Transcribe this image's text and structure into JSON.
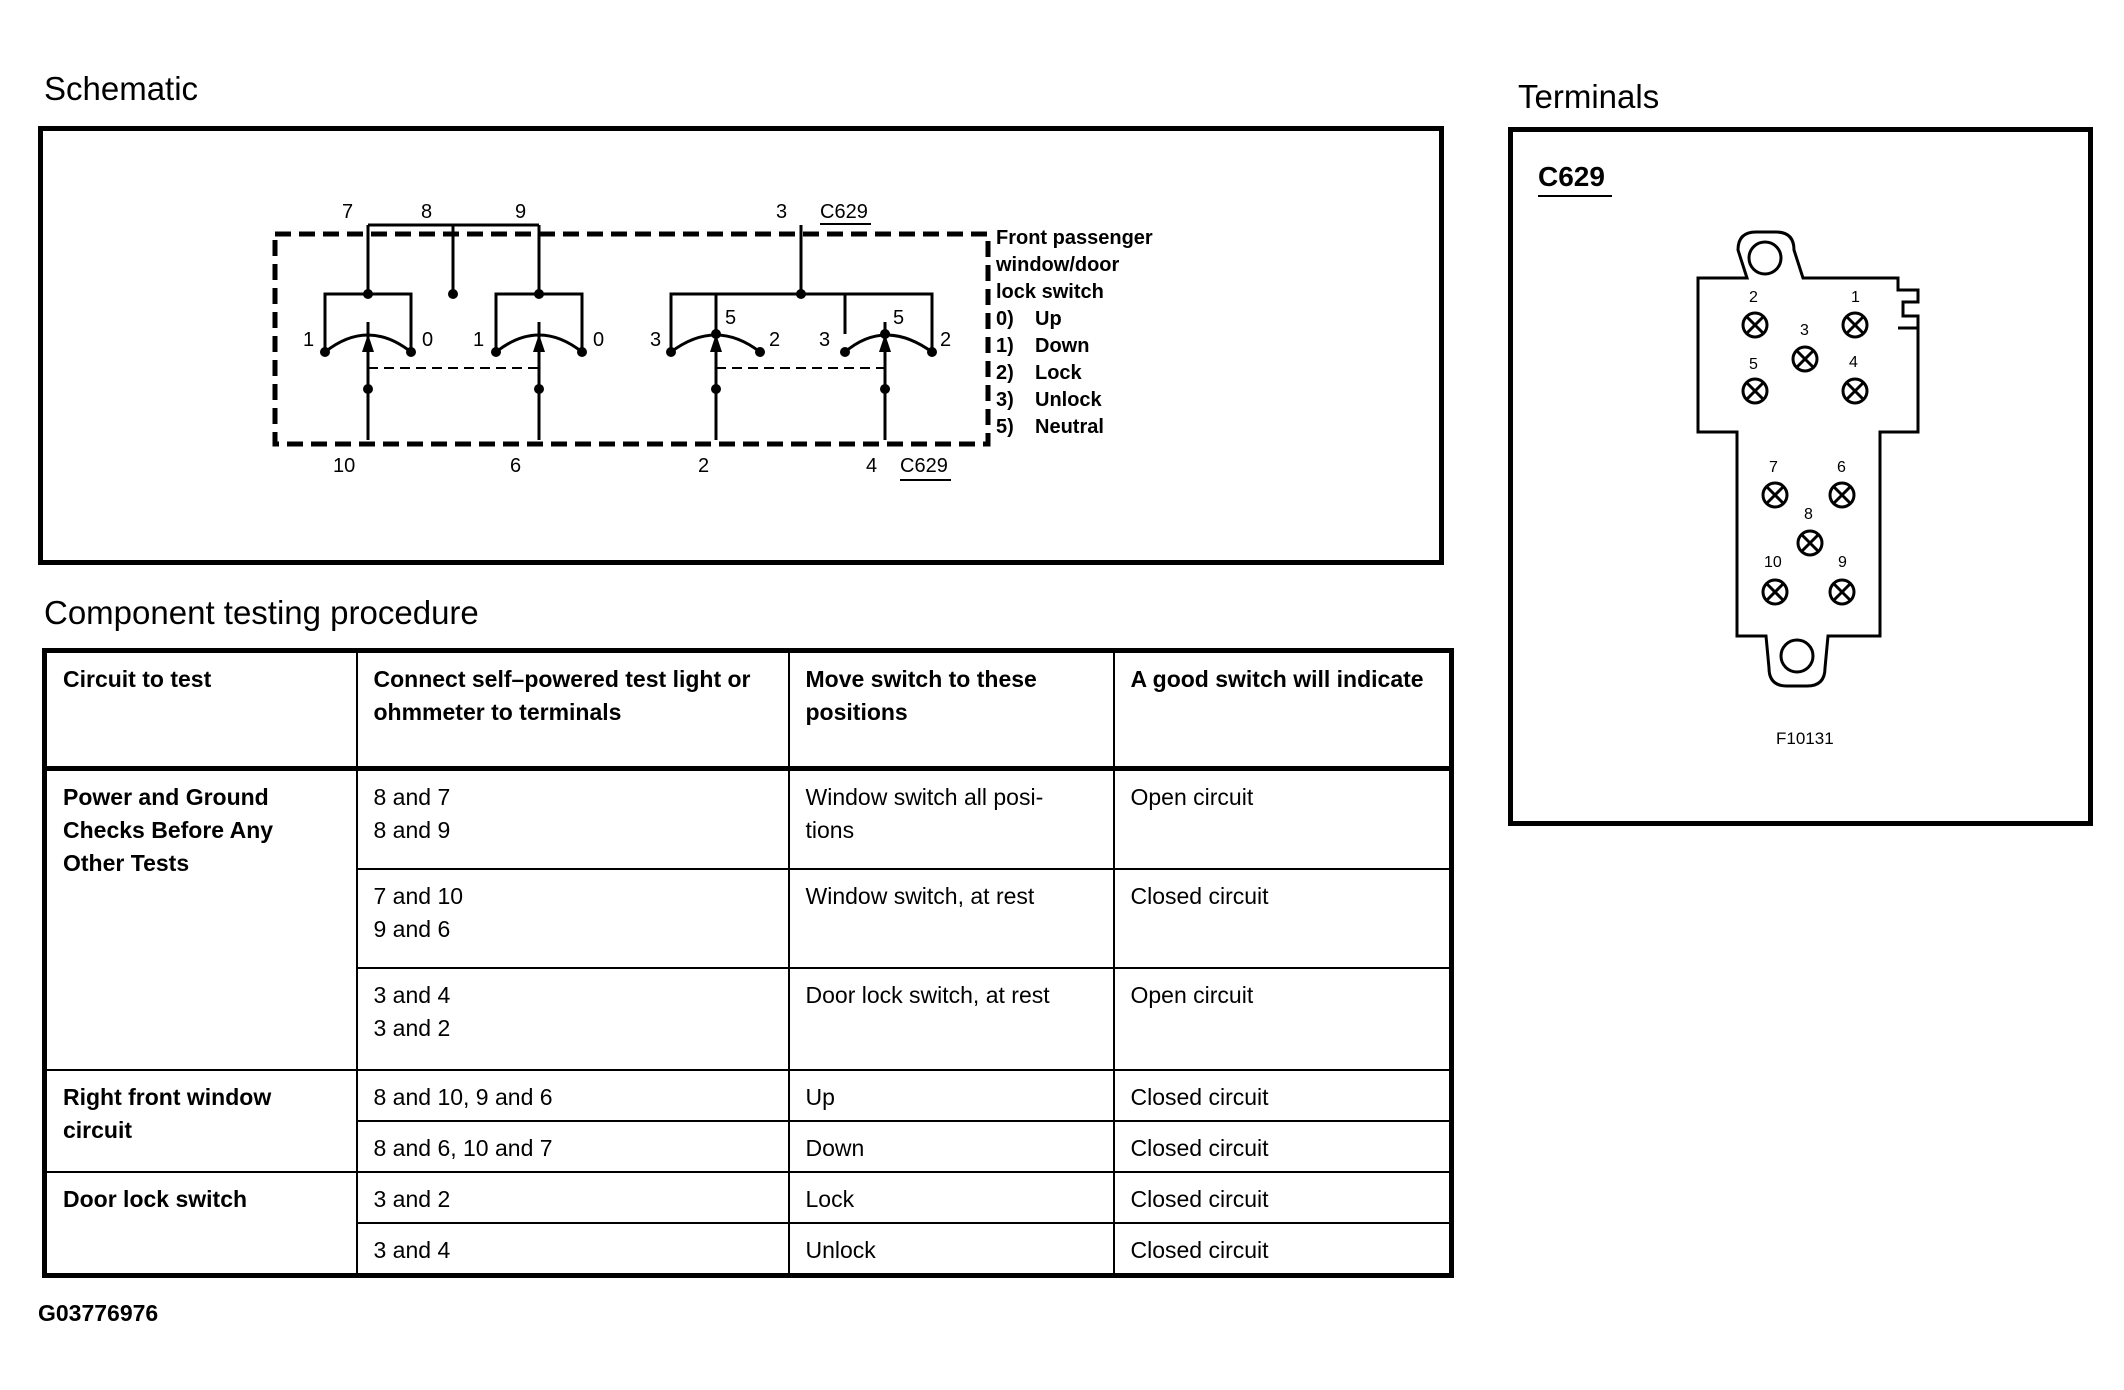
{
  "headings": {
    "schematic": "Schematic",
    "terminals": "Terminals",
    "procedure": "Component testing procedure"
  },
  "schematic": {
    "connector_top": "C629",
    "connector_bottom": "C629",
    "top_pins": [
      "7",
      "8",
      "9",
      "3"
    ],
    "bottom_pins": [
      "10",
      "6",
      "2",
      "4"
    ],
    "contact_labels": {
      "sw1_left": "1",
      "sw1_right": "0",
      "sw2_left": "1",
      "sw2_right": "0",
      "sw3_left": "3",
      "sw3_mid": "5",
      "sw3_right": "2",
      "sw4_left": "3",
      "sw4_mid": "5",
      "sw4_right": "2"
    },
    "switch_title": [
      "Front passenger",
      "window/door",
      "lock switch"
    ],
    "legend": [
      {
        "code": "0)",
        "label": "Up"
      },
      {
        "code": "1)",
        "label": "Down"
      },
      {
        "code": "2)",
        "label": "Lock"
      },
      {
        "code": "3)",
        "label": "Unlock"
      },
      {
        "code": "5)",
        "label": "Neutral"
      }
    ]
  },
  "terminals": {
    "connector": "C629",
    "pins": [
      "1",
      "2",
      "3",
      "4",
      "5",
      "6",
      "7",
      "8",
      "9",
      "10"
    ],
    "figure_code": "F10131"
  },
  "procedure": {
    "headers": [
      "Circuit to test",
      "Connect self–powered test light or ohmmeter to terminals",
      "Move switch to these positions",
      "A good switch will indicate"
    ],
    "groups": [
      {
        "circuit": "Power and Ground Checks Before Any Other Tests",
        "rows": [
          {
            "terminals": [
              "8 and 7",
              "8 and 9"
            ],
            "position": "Window switch all posi- tions",
            "indicate": "Open circuit"
          },
          {
            "terminals": [
              "7 and 10",
              "9 and 6"
            ],
            "position": "Window switch, at rest",
            "indicate": "Closed circuit"
          },
          {
            "terminals": [
              "3 and 4",
              "3 and 2"
            ],
            "position": "Door lock switch, at rest",
            "indicate": "Open circuit"
          }
        ]
      },
      {
        "circuit": "Right front window circuit",
        "rows": [
          {
            "terminals": [
              "8 and 10, 9 and 6"
            ],
            "position": "Up",
            "indicate": "Closed circuit"
          },
          {
            "terminals": [
              "8 and 6, 10 and 7"
            ],
            "position": "Down",
            "indicate": "Closed circuit"
          }
        ]
      },
      {
        "circuit": "Door lock switch",
        "rows": [
          {
            "terminals": [
              "3 and 2"
            ],
            "position": "Lock",
            "indicate": "Closed circuit"
          },
          {
            "terminals": [
              "3 and 4"
            ],
            "position": "Unlock",
            "indicate": "Closed circuit"
          }
        ]
      }
    ]
  },
  "figure_id": "G03776976"
}
